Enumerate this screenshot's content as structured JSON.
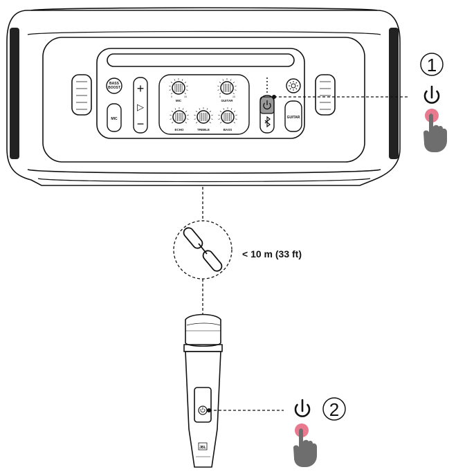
{
  "speaker": {
    "bass_boost_label": "BASS\nBOOST",
    "mic_label": "MIC",
    "guitar_label": "GUITAR",
    "knobs": [
      {
        "label": "MIC",
        "min": "0",
        "max": "10"
      },
      {
        "label": "GUITAR",
        "min": "0",
        "max": "10"
      },
      {
        "label": "ECHO",
        "min": "",
        "max": ""
      },
      {
        "label": "TREBLE",
        "min": "",
        "max": ""
      },
      {
        "label": "BASS",
        "min": "",
        "max": ""
      }
    ],
    "volume_up_glyph": "+",
    "volume_down_glyph": "−",
    "play_glyph": "▷"
  },
  "steps": [
    {
      "number": "1",
      "icon": "power-icon"
    },
    {
      "number": "2",
      "icon": "power-icon"
    }
  ],
  "link": {
    "distance_label": "< 10 m (33 ft)",
    "icon": "link-icon"
  },
  "microphone": {
    "brand_label": "JBL"
  },
  "colors": {
    "press_indicator": "#e8798f",
    "hand": "#6e6e6e",
    "line": "#111111",
    "highlight_button": "#9a9a9a"
  }
}
